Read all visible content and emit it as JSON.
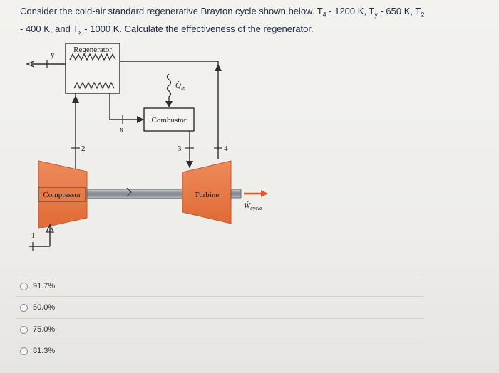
{
  "question": {
    "line1": "Consider the cold-air standard regenerative Brayton cycle shown below. T",
    "line1_sub4": "4",
    "line1_mid1": " - 1200 K, T",
    "line1_suby": "y",
    "line1_mid2": " - 650 K, T",
    "line1_sub2": "2",
    "line2_a": " - 400 K, and T",
    "line2_subx": "x",
    "line2_b": " - 1000 K. Calculate the effectiveness of the regenerator."
  },
  "diagram": {
    "regenerator_label": "Regenerator",
    "compressor_label": "Compressor",
    "turbine_label": "Turbine",
    "combustor_label": "Combustor",
    "q_in_symbol": "Q̇",
    "q_in_sub": "in",
    "w_cycle_symbol": "Ẇ",
    "w_cycle_sub": "cycle",
    "state_1": "1",
    "state_2": "2",
    "state_3": "3",
    "state_4": "4",
    "state_x": "x",
    "state_y": "y",
    "colors": {
      "orange": "#ea7a47",
      "orange_dark": "#d8642f",
      "arrow_red": "#e8552d",
      "line": "#2d2d2d"
    }
  },
  "options": [
    {
      "label": "91.7%"
    },
    {
      "label": "50.0%"
    },
    {
      "label": "75.0%"
    },
    {
      "label": "81.3%"
    }
  ]
}
